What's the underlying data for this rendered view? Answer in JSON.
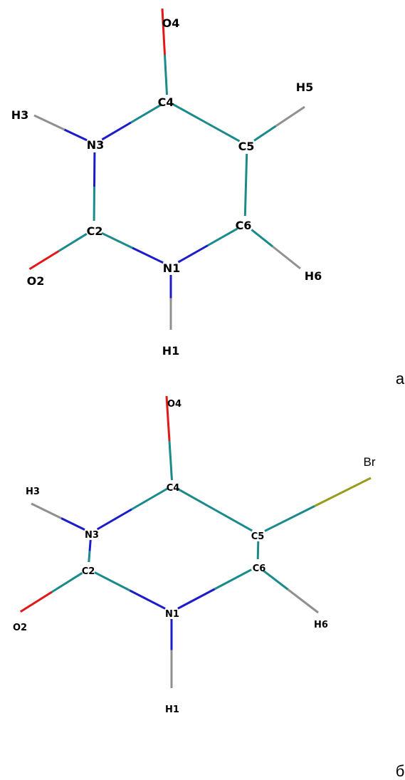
{
  "colors": {
    "carbon": "#1a8a8a",
    "nitrogen": "#1c1ccc",
    "oxygen": "#e01818",
    "hydrogen": "#909090",
    "bromine": "#9a9a1a",
    "label": "#000000"
  },
  "panels": [
    {
      "id": "a",
      "caption": "а",
      "atoms": [
        {
          "id": "O4",
          "label": "O4",
          "element": "O"
        },
        {
          "id": "C4",
          "label": "C4",
          "element": "C"
        },
        {
          "id": "H5",
          "label": "H5",
          "element": "H"
        },
        {
          "id": "H3",
          "label": "H3",
          "element": "H"
        },
        {
          "id": "N3",
          "label": "N3",
          "element": "N"
        },
        {
          "id": "C5",
          "label": "C5",
          "element": "C"
        },
        {
          "id": "C2",
          "label": "C2",
          "element": "C"
        },
        {
          "id": "C6",
          "label": "C6",
          "element": "C"
        },
        {
          "id": "N1",
          "label": "N1",
          "element": "N"
        },
        {
          "id": "O2",
          "label": "O2",
          "element": "O"
        },
        {
          "id": "H6",
          "label": "H6",
          "element": "H"
        },
        {
          "id": "H1",
          "label": "H1",
          "element": "H"
        }
      ],
      "bonds": [
        [
          "C4",
          "O4"
        ],
        [
          "C4",
          "N3"
        ],
        [
          "C4",
          "C5"
        ],
        [
          "N3",
          "H3"
        ],
        [
          "N3",
          "C2"
        ],
        [
          "C5",
          "H5"
        ],
        [
          "C5",
          "C6"
        ],
        [
          "C2",
          "O2"
        ],
        [
          "C2",
          "N1"
        ],
        [
          "C6",
          "N1"
        ],
        [
          "C6",
          "H6"
        ],
        [
          "N1",
          "H1"
        ]
      ]
    },
    {
      "id": "b",
      "caption": "б",
      "atoms": [
        {
          "id": "O4",
          "label": "O4",
          "element": "O"
        },
        {
          "id": "Br",
          "label": "Br",
          "element": "Br"
        },
        {
          "id": "H3",
          "label": "H3",
          "element": "H"
        },
        {
          "id": "C4",
          "label": "C4",
          "element": "C"
        },
        {
          "id": "N3",
          "label": "N3",
          "element": "N"
        },
        {
          "id": "C5",
          "label": "C5",
          "element": "C"
        },
        {
          "id": "C2",
          "label": "C2",
          "element": "C"
        },
        {
          "id": "C6",
          "label": "C6",
          "element": "C"
        },
        {
          "id": "N1",
          "label": "N1",
          "element": "N"
        },
        {
          "id": "O2",
          "label": "O2",
          "element": "O"
        },
        {
          "id": "H6",
          "label": "H6",
          "element": "H"
        },
        {
          "id": "H1",
          "label": "H1",
          "element": "H"
        }
      ],
      "bonds": [
        [
          "C4",
          "O4"
        ],
        [
          "C4",
          "N3"
        ],
        [
          "C4",
          "C5"
        ],
        [
          "N3",
          "H3"
        ],
        [
          "N3",
          "C2"
        ],
        [
          "C5",
          "Br"
        ],
        [
          "C5",
          "C6"
        ],
        [
          "C2",
          "O2"
        ],
        [
          "C2",
          "N1"
        ],
        [
          "C6",
          "N1"
        ],
        [
          "C6",
          "H6"
        ],
        [
          "N1",
          "H1"
        ]
      ]
    }
  ]
}
